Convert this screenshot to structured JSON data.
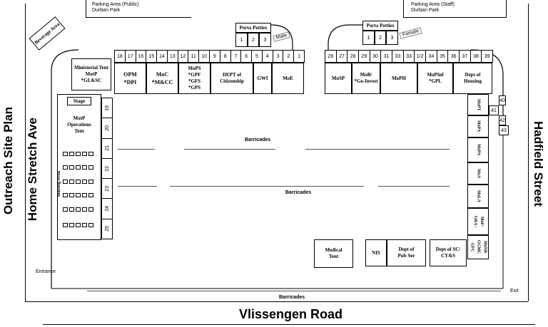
{
  "top_left": {
    "parking": "Parking Area (Public)",
    "park": "Durban Park"
  },
  "top_right": {
    "parking": "Parking Area (Staff)",
    "park": "Durban Park"
  },
  "beverage": "Beverage Area",
  "porta_left": {
    "title": "Porta Potties",
    "stalls": [
      "1",
      "2",
      "3"
    ],
    "tag": "Male"
  },
  "porta_right": {
    "title": "Porta Potties",
    "stalls": [
      "1",
      "2",
      "3"
    ],
    "tag": "Female"
  },
  "left_title": "Outreach Site Plan",
  "left_street": "Home Stretch Ave",
  "right_street": "Hadfield Street",
  "bottom_road": "Vlissengen Road",
  "entrance": "Entrance",
  "exit": "Exit",
  "barricades": [
    "Barricades",
    "Barricades",
    "Barricades"
  ],
  "ministerial": "Ministerial Tent\nMotP\n*GL&SC",
  "stage": "Stage",
  "ops": "MotP\nOperations\nTent",
  "waiting": "Waiting Area",
  "top_nums_left": [
    "18",
    "17",
    "16",
    "15",
    "14",
    "13",
    "12",
    "11",
    "10",
    "9",
    "8",
    "7",
    "6",
    "5",
    "4",
    "3",
    "2",
    "1"
  ],
  "top_nums_right": [
    "26",
    "27",
    "28",
    "29",
    "30",
    "31",
    "33",
    "33",
    "1/2",
    "34",
    "35",
    "36",
    "37",
    "38",
    "39"
  ],
  "left_col_nums": [
    "19",
    "20",
    "21",
    "22",
    "23",
    "24",
    "25"
  ],
  "right_col_nums": [
    "40",
    "41",
    "42",
    "43"
  ],
  "top_tents_left": [
    "OPM\n*DPI",
    "MoC\n*M&CC",
    "MoPS\n*GPF\n*GFS\n*GPS",
    "DEPT of\nCitizenship",
    "GWI",
    "MoE"
  ],
  "top_tents_right": [
    "MoSP",
    "MoB/\n*Go-Invest",
    "MoPH",
    "MoPInf\n*GPL",
    "Dept of\nHousing"
  ],
  "right_tents": [
    "MoPT",
    "MoPA",
    "MoPA",
    "MoA",
    "MoLA",
    "MoF/\nGRA /",
    "MoNR\nGGMC\nGFC"
  ],
  "medical": "Medical\nTent",
  "bottom_tents": [
    "NIS",
    "Dept of\nPub Ser",
    "Dept of SC/\nCY&S"
  ]
}
